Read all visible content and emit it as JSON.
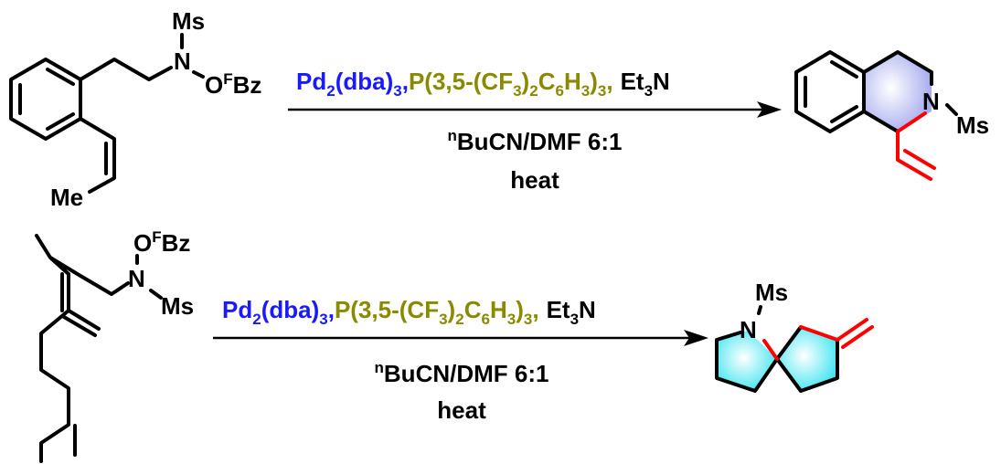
{
  "reaction1": {
    "reactant": {
      "sulfonyl": "Ms",
      "amine": "N",
      "oxygen": "O",
      "oxy_sup": "F",
      "ester": "Bz",
      "methyl": "Me"
    },
    "conditions": {
      "catalyst": {
        "text": "Pd",
        "sub1": "2",
        "text2": "(dba)",
        "sub2": "3",
        "sep": ","
      },
      "ligand": {
        "t1": "P(3,5-(CF",
        "s1": "3",
        "t2": ")",
        "s2": "2",
        "t3": "C",
        "s3": "6",
        "t4": "H",
        "s4": "3",
        "t5": ")",
        "s5": "3",
        "t6": ","
      },
      "base": {
        "t1": "Et",
        "s1": "3",
        "t2": "N"
      },
      "solvent": {
        "sup": "n",
        "text": "BuCN/DMF 6:1"
      },
      "temperature": "heat"
    },
    "product": {
      "amine": "N",
      "sulfonyl": "Ms"
    }
  },
  "reaction2": {
    "reactant": {
      "sulfonyl": "Ms",
      "amine": "N",
      "oxygen": "O",
      "oxy_sup": "F",
      "ester": "Bz"
    },
    "conditions": {
      "catalyst": {
        "text": "Pd",
        "sub1": "2",
        "text2": "(dba)",
        "sub2": "3",
        "sep": ","
      },
      "ligand": {
        "t1": "P(3,5-(CF",
        "s1": "3",
        "t2": ")",
        "s2": "2",
        "t3": "C",
        "s3": "6",
        "t4": "H",
        "s4": "3",
        "t5": ")",
        "s5": "3",
        "t6": ","
      },
      "base": {
        "t1": "Et",
        "s1": "3",
        "t2": "N"
      },
      "solvent": {
        "sup": "n",
        "text": "BuCN/DMF 6:1"
      },
      "temperature": "heat"
    },
    "product": {
      "amine": "N",
      "sulfonyl": "Ms"
    }
  },
  "colors": {
    "catalyst": "#1a1aff",
    "ligand": "#8a8a00",
    "new_bond": "#ff0000",
    "arene_fill": "#a8acee",
    "ring_fill": "#3ee4f0"
  }
}
